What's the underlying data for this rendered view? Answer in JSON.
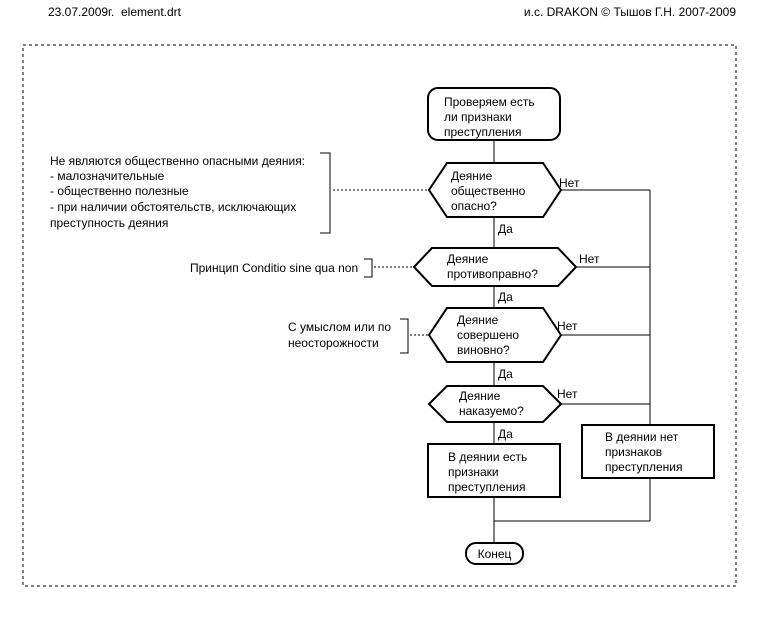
{
  "header": {
    "left": "23.07.2009г.  element.drt",
    "right": "и.с. DRAKON © Тышов Г.Н. 2007-2009"
  },
  "nodes": {
    "start": [
      "Проверяем есть",
      "ли признаки",
      "преступления"
    ],
    "q1": [
      "Деяние",
      "общественно",
      "опасно?"
    ],
    "q2": [
      "Деяние",
      "противоправно?"
    ],
    "q3": [
      "Деяние",
      "совершено",
      "виновно?"
    ],
    "q4": [
      "Деяние",
      "наказуемо?"
    ],
    "yes_action": [
      "В деянии есть",
      "признаки",
      "преступления"
    ],
    "no_action": [
      "В деянии нет",
      "признаков",
      "преступления"
    ],
    "end": "Конец"
  },
  "labels": {
    "yes": "Да",
    "no": "Нет"
  },
  "comments": {
    "c1": [
      "Не являются общественно опасными деяния:",
      "- малозначительные",
      "- общественно полезные",
      "- при наличии обстоятельств, исключающих",
      "преступность деяния"
    ],
    "c2": [
      "Принцип Conditio sine qua non"
    ],
    "c3": [
      "С умыслом или по",
      "неосторожности"
    ]
  }
}
